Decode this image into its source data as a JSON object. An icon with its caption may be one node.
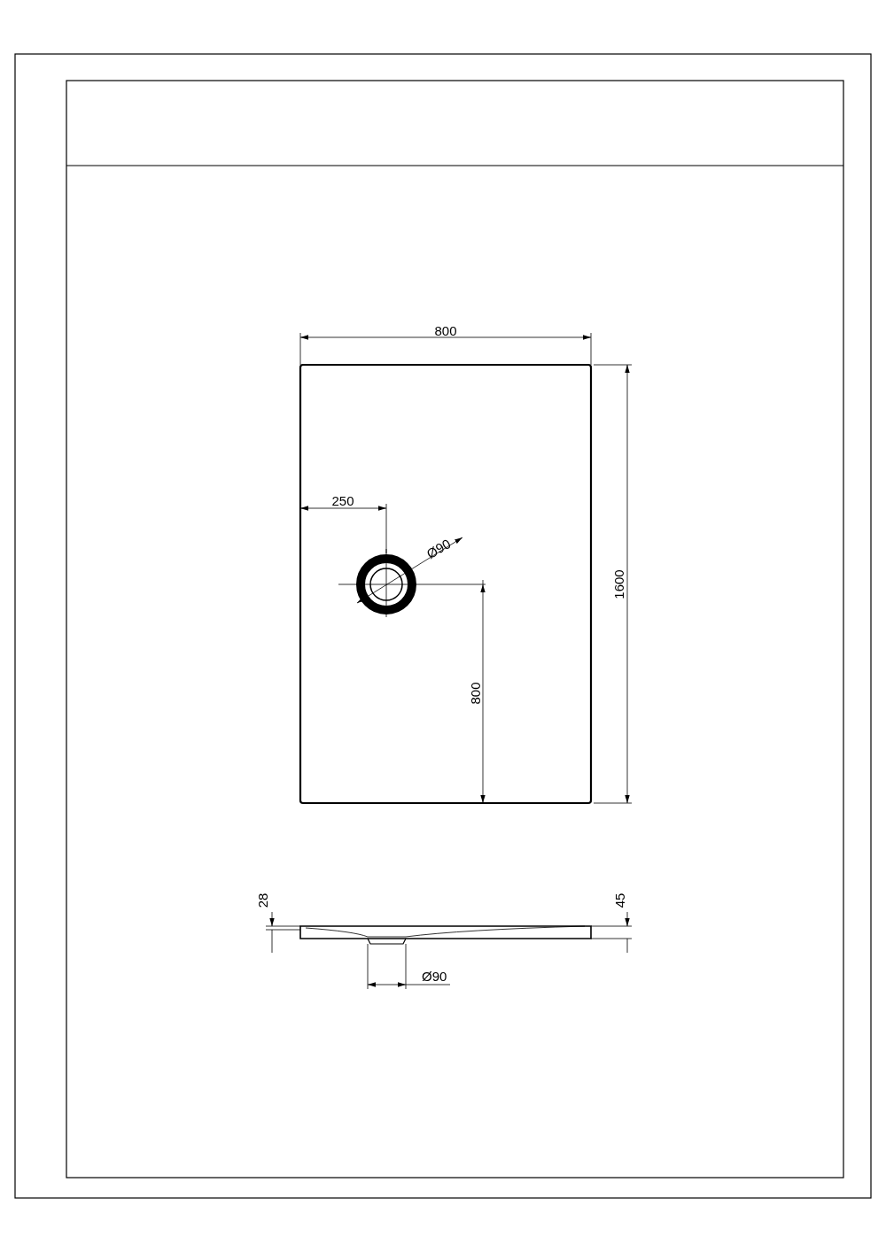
{
  "diagram": {
    "labels": [
      "800",
      "250",
      "Ø90",
      "1600",
      "800",
      "28",
      "45",
      "Ø90"
    ]
  }
}
